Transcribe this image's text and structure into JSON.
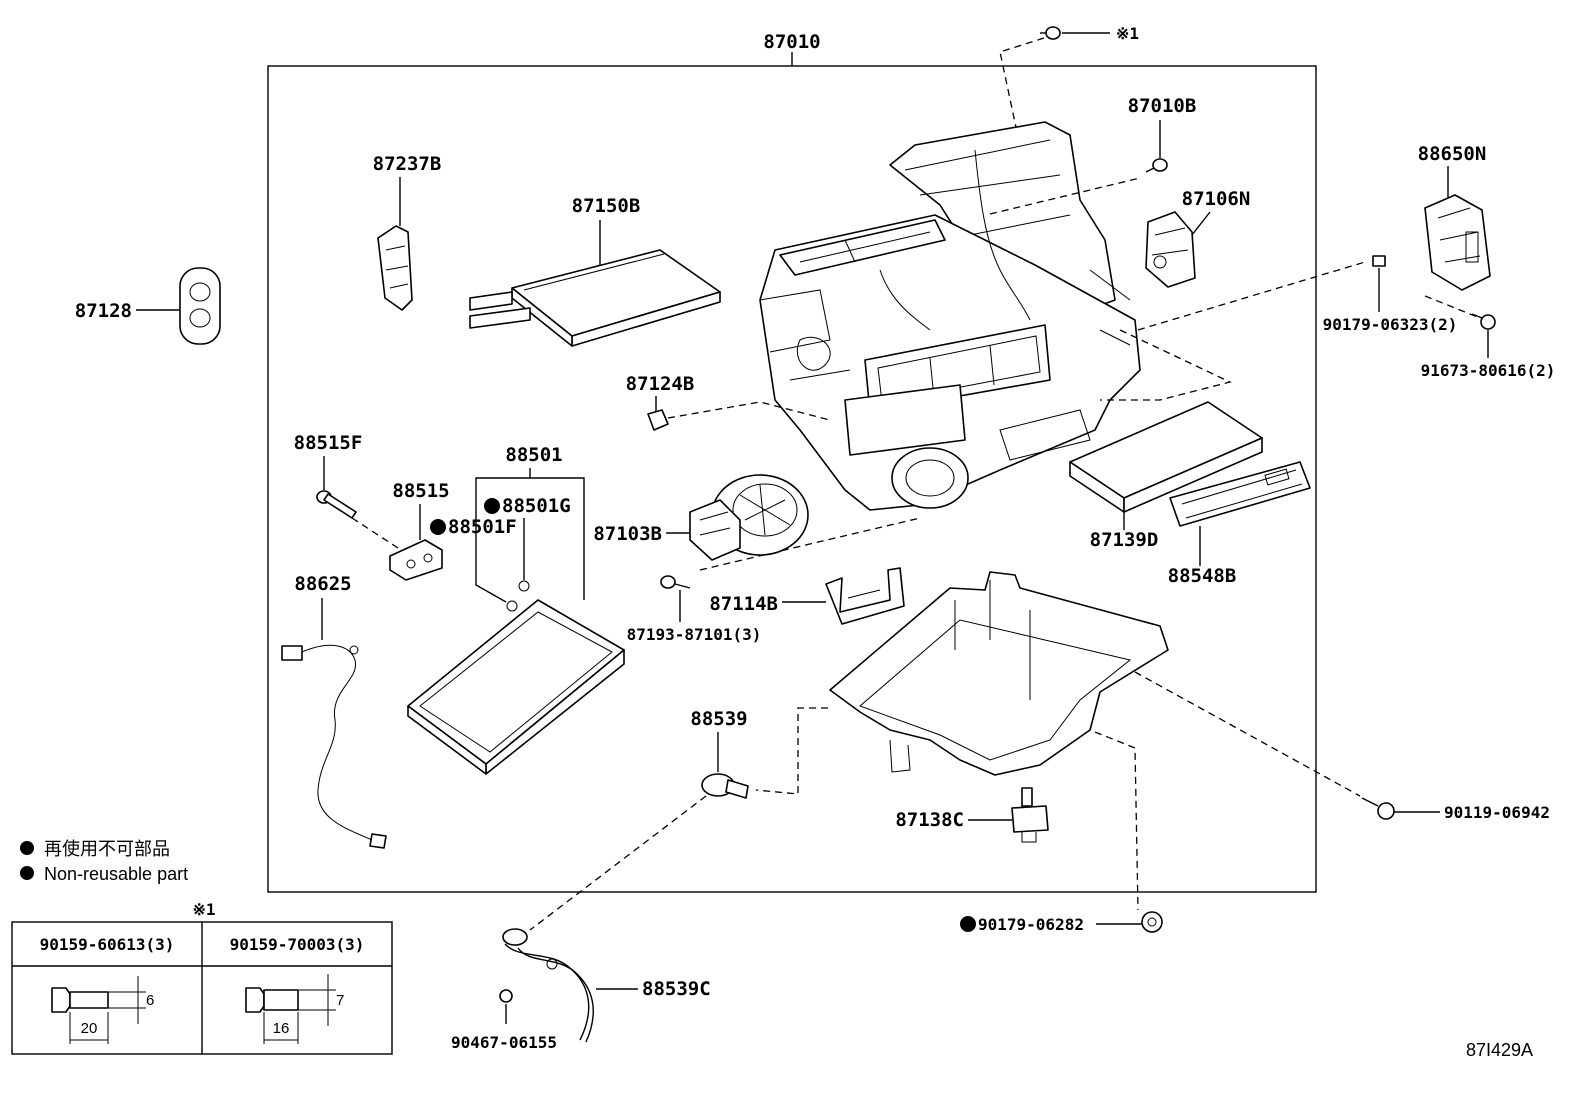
{
  "main_label": "87010",
  "ref1_mark": "※1",
  "labels": {
    "p87010B": "87010B",
    "p87237B": "87237B",
    "p87150B": "87150B",
    "p87106N": "87106N",
    "p88650N": "88650N",
    "p87128": "87128",
    "p90179_06323": "90179-06323(2)",
    "p91673_80616": "91673-80616(2)",
    "p87124B": "87124B",
    "p88515F": "88515F",
    "p88501": "88501",
    "p88515": "88515",
    "p88501G": "88501G",
    "p88501F": "88501F",
    "p87103B": "87103B",
    "p87139D": "87139D",
    "p88548B": "88548B",
    "p88625": "88625",
    "p87114B": "87114B",
    "p87193_87101": "87193-87101(3)",
    "p88539": "88539",
    "p90119_06942": "90119-06942",
    "p87138C": "87138C",
    "p90179_06282": "90179-06282",
    "p88539C": "88539C",
    "p90467_06155": "90467-06155"
  },
  "legend": {
    "jp": "再使用不可部品",
    "en": "Non-reusable part"
  },
  "bolt_table": {
    "mark": "※1",
    "col1": {
      "part": "90159-60613(3)",
      "dia": "6",
      "len": "20"
    },
    "col2": {
      "part": "90159-70003(3)",
      "dia": "7",
      "len": "16"
    }
  },
  "figure_id": "87I429A"
}
